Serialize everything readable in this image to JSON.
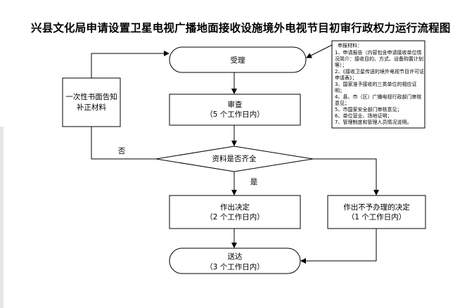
{
  "title": "兴县文化局申请设置卫星电视广播地面接收设施境外电视节目初审行政权力运行流程图",
  "nodes": {
    "accept": "受理",
    "review_title": "审查",
    "review_time": "（5 个工作日内）",
    "supplement_line1": "一次性书面告知",
    "supplement_line2": "补正材料",
    "decision": "资料是否齐全",
    "approve_title": "作出决定",
    "approve_time": "（2 个工作日内）",
    "reject_title": "作出不予办理的决定",
    "reject_time": "（1 个工作日内）",
    "deliver_title": "送达",
    "deliver_time": "（3 个工作日内）"
  },
  "edges": {
    "no_label": "否",
    "yes_label": "是"
  },
  "materials": {
    "heading": "申报材料：",
    "items": [
      "1、申请报告（内容包含申请接收单位情况简介：接收目的、方式、设备购置计划等）；",
      "2、《接收卫星传送的境外电视节目许可证申请表》；",
      "3、国家准予接收的三类单位的相应证明；",
      "4、县、市（区）广播电视行政部门审核意见；",
      "5、市国家安全部门审核意见；",
      "6、单位营业、场地证明；",
      "7、管理制度和管理人员情况说明。"
    ]
  }
}
